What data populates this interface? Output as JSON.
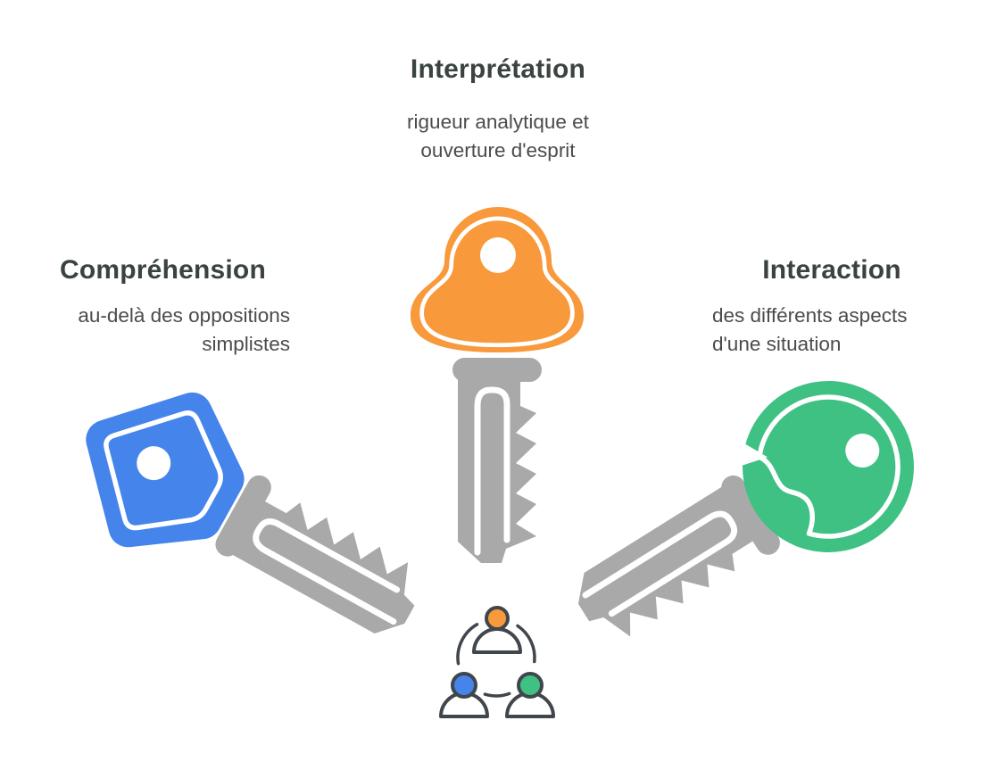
{
  "diagram": {
    "nodes": {
      "interpretation": {
        "title": "Interprétation",
        "subtitle": "rigueur analytique et\nouverture d'esprit"
      },
      "comprehension": {
        "title": "Compréhension",
        "subtitle": "au-delà des oppositions\nsimplistes"
      },
      "interaction": {
        "title": "Interaction",
        "subtitle": "des différents aspects\nd'une situation"
      }
    }
  },
  "icons": {
    "center": "key-icon-orange-cloud-head",
    "left": "key-icon-blue-square-head",
    "right": "key-icon-green-round-head",
    "bottom": "team-network-icon"
  },
  "colors": {
    "background": "#FFFFFF",
    "orange": "#F8993B",
    "blue": "#4584EA",
    "green": "#3EC183",
    "key_gray": "#A9A9A9",
    "title_text": "#3A433F",
    "subtitle_text": "#4B4B4D",
    "icon_stroke": "#41464C"
  }
}
